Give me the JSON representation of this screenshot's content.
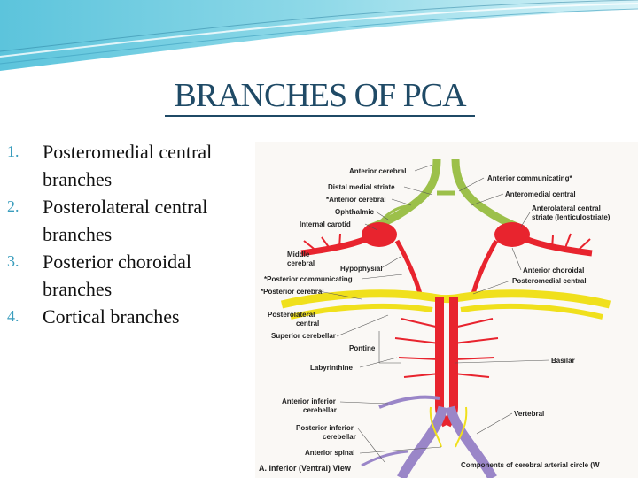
{
  "slide": {
    "title": "BRANCHES OF PCA",
    "items": [
      {
        "num": "1.",
        "text": "Posteromedial central branches"
      },
      {
        "num": "2.",
        "text": "Posterolateral central branches"
      },
      {
        "num": "3.",
        "text": "Posterior choroidal branches"
      },
      {
        "num": "4.",
        "text": "Cortical branches"
      }
    ]
  },
  "diagram": {
    "labels": {
      "anterior_cerebral": "Anterior cerebral",
      "anterior_communicating": "Anterior communicating*",
      "distal_medial_striate": "Distal medial striate",
      "anteromedial_central": "Anteromedial central",
      "anterior_cerebral_ast": "*Anterior cerebral",
      "anterolateral_central_1": "Anterolateral central",
      "anterolateral_central_2": "striate (lenticulostriate)",
      "ophthalmic": "Ophthalmic",
      "internal_carotid": "Internal carotid",
      "middle_cerebral_1": "Middle",
      "middle_cerebral_2": "cerebral",
      "hypophysial": "Hypophysial",
      "anterior_choroidal": "Anterior choroidal",
      "posterior_communicating": "*Posterior communicating",
      "posteromedial_central": "Posteromedial central",
      "posterior_cerebral": "*Posterior cerebral",
      "posterolateral_central_1": "Posterolateral",
      "posterolateral_central_2": "central",
      "superior_cerebellar": "Superior cerebellar",
      "pontine": "Pontine",
      "labyrinthine": "Labyrinthine",
      "basilar": "Basilar",
      "anterior_inferior_cerebellar_1": "Anterior inferior",
      "anterior_inferior_cerebellar_2": "cerebellar",
      "vertebral": "Vertebral",
      "posterior_inferior_cerebellar_1": "Posterior inferior",
      "posterior_inferior_cerebellar_2": "cerebellar",
      "anterior_spinal": "Anterior spinal",
      "view_caption": "A. Inferior (Ventral) View",
      "components_note": "Components of cerebral arterial circle (W"
    },
    "colors": {
      "anterior": "#9cc04a",
      "carotid": "#e8242e",
      "posterior": "#f0e01c",
      "vertebral": "#9a86c8",
      "accent": "#3a9dbd"
    }
  }
}
